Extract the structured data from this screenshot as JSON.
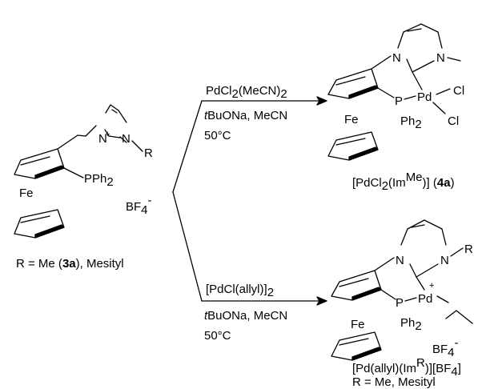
{
  "left": {
    "n1": "N",
    "plus": "+",
    "n2": "N",
    "r_sub": "R",
    "p_pre": "PPh",
    "p_sub": "2",
    "fe": "Fe",
    "bf_pre": "BF",
    "bf_sub": "4",
    "bf_sup": "-",
    "caption_pre": "R = Me (",
    "caption_bold": "3a",
    "caption_post": "), Mesityl"
  },
  "top_reaction": {
    "reagent_pre": "PdCl",
    "reagent_sub1": "2",
    "reagent_mid": "(MeCN)",
    "reagent_sub2": "2",
    "base_italic": "t",
    "base_rest": "BuONa, MeCN",
    "temp": "50°C"
  },
  "top_product": {
    "n1": "N",
    "n2": "N",
    "pd": "Pd",
    "cl1": "Cl",
    "cl2": "Cl",
    "p": "P",
    "ph": "Ph",
    "ph_sub": "2",
    "fe": "Fe",
    "label_pre": "[PdCl",
    "label_sub": "2",
    "label_mid": "(Im",
    "label_sup": "Me",
    "label_close": ")] (",
    "label_bold": "4a",
    "label_end": ")"
  },
  "bottom_reaction": {
    "reagent": "[PdCl(allyl)]",
    "reagent_sub": "2",
    "base_italic": "t",
    "base_rest": "BuONa, MeCN",
    "temp": "50°C"
  },
  "bottom_product": {
    "n1": "N",
    "n2": "N",
    "r_sub": "R",
    "plus": "+",
    "pd": "Pd",
    "p": "P",
    "ph": "Ph",
    "ph_sub": "2",
    "fe": "Fe",
    "bf_pre": "BF",
    "bf_sub": "4",
    "bf_sup": "-",
    "label_pre": "[Pd(allyl)(Im",
    "label_sup": "R",
    "label_mid": ")][BF",
    "label_sub": "4",
    "label_end": "]",
    "caption": "R = Me, Mesityl"
  }
}
